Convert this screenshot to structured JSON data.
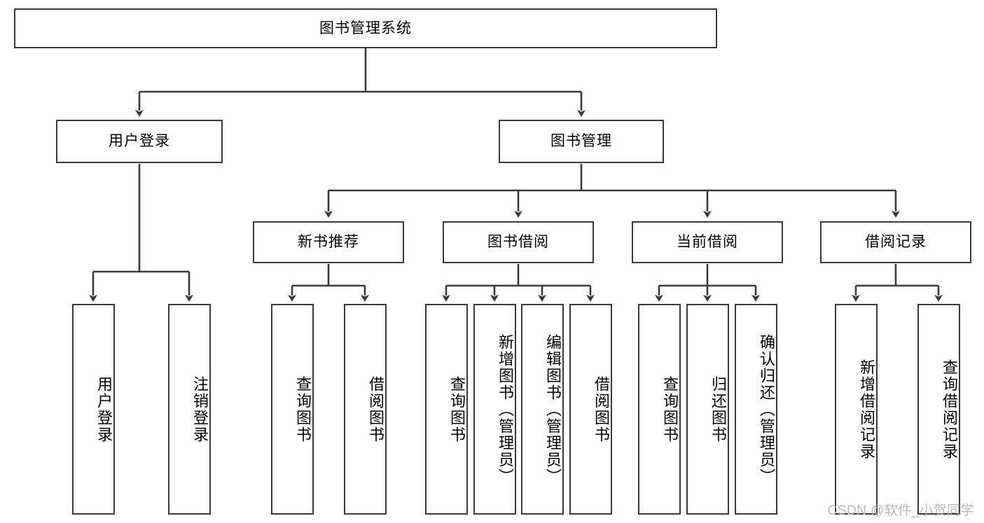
{
  "diagram": {
    "title": "图书管理系统",
    "type": "tree-hierarchy",
    "background_color": "#ffffff",
    "box_border_color": "#3a3a3a",
    "edge_color": "#3a3a3a",
    "text_color": "#000000"
  },
  "root": {
    "label": "图书管理系统"
  },
  "level1": [
    {
      "label": "用户登录"
    },
    {
      "label": "图书管理"
    }
  ],
  "level2": [
    {
      "label": "新书推荐"
    },
    {
      "label": "图书借阅"
    },
    {
      "label": "当前借阅"
    },
    {
      "label": "借阅记录"
    }
  ],
  "leaves": {
    "user_login": [
      {
        "label": "用户登录"
      },
      {
        "label": "注销登录"
      }
    ],
    "new_book_recommend": [
      {
        "label": "查询图书"
      },
      {
        "label": "借阅图书"
      }
    ],
    "book_borrow": [
      {
        "label": "查询图书"
      },
      {
        "label": "新增图书（管理员）"
      },
      {
        "label": "编辑图书（管理员）"
      },
      {
        "label": "借阅图书"
      }
    ],
    "current_borrow": [
      {
        "label": "查询图书"
      },
      {
        "label": "归还图书"
      },
      {
        "label": "确认归还（管理员）"
      }
    ],
    "borrow_record": [
      {
        "label": "新增借阅记录"
      },
      {
        "label": "查询借阅记录"
      }
    ]
  },
  "watermark": {
    "text": "CSDN @软件_小贺同学"
  }
}
